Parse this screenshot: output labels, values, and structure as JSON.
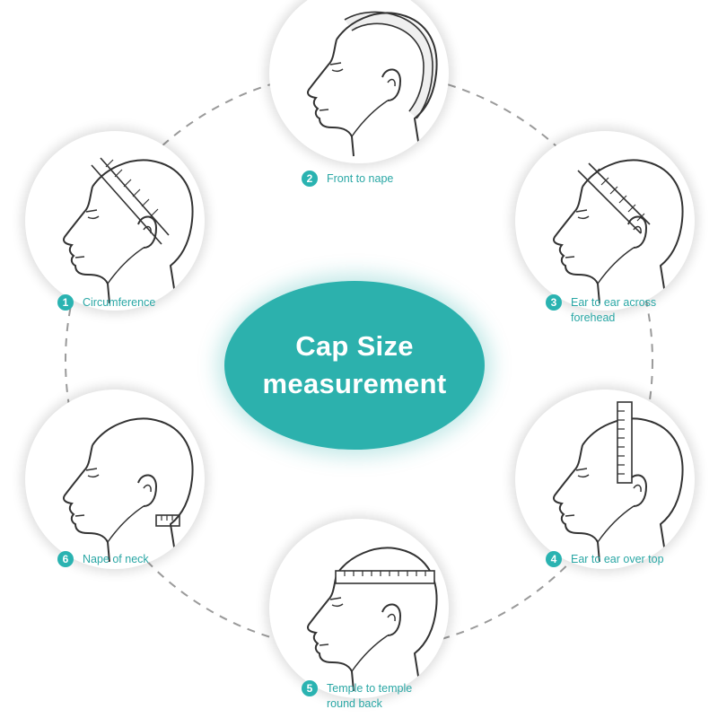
{
  "title": {
    "line1": "Cap Size",
    "line2": "measurement"
  },
  "steps": [
    {
      "number": "1",
      "line1": "Circumference",
      "line2": ""
    },
    {
      "number": "2",
      "line1": "Front to nape",
      "line2": ""
    },
    {
      "number": "3",
      "line1": "Ear to ear across",
      "line2": "forehead"
    },
    {
      "number": "4",
      "line1": "Ear to ear over top",
      "line2": ""
    },
    {
      "number": "5",
      "line1": "Temple to temple",
      "line2": "round back"
    },
    {
      "number": "6",
      "line1": "Nape of neck",
      "line2": ""
    }
  ],
  "colors": {
    "accent": "#2cb1ad",
    "label_text": "#2aa7a5",
    "dashed_ring": "#9a9a9a",
    "outline": "#333333"
  },
  "icons": {
    "head_1": "head-profile-tape-circumference-icon",
    "head_2": "head-profile-tape-front-to-nape-icon",
    "head_3": "head-profile-tape-ear-to-ear-forehead-icon",
    "head_4": "head-profile-tape-ear-to-ear-top-icon",
    "head_5": "head-profile-tape-temple-to-temple-icon",
    "head_6": "head-profile-tape-nape-icon"
  }
}
